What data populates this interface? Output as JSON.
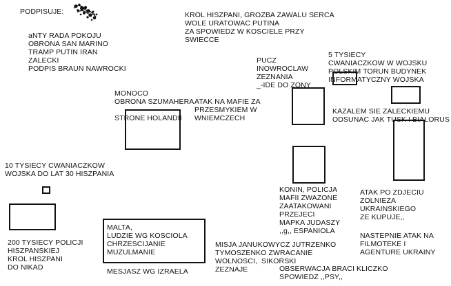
{
  "header": {
    "label": "PODPISUJE:"
  },
  "signature": {
    "kind": "handwritten-signature"
  },
  "notes": {
    "rada_pokoju": "aNTY RADA POKOJU\nOBRONA SAN MARINO\nTRAMP PUTIN IRAN\nZALECKI\nPODPIS BRAUN NAWROCKI",
    "krol_hiszpani": "KROL HISZPANI, GROZBA ZAWALU SERCA\nWOLE URATOWAC PUTINA\nZA SPOWIEDZ W KOSCIELE PRZY\nSWIECCE",
    "pucz": "PUCZ\nINOWROCLAW\nZEZNANIA\n_-IDE DO ZONY",
    "cwaniaczkow_5": "5 TYSIECY\nCWANIACZKOW W WOJSKU\nPOLSKIM TORUN BUDYNEK\nINFORMATYCZNY WOJSKA",
    "monoco": "MONOCO\nOBRONA SZUMAHERA\n\nSTRONE HOLANDII",
    "atak_mafie": "ATAK NA MAFIE ZA\nPRZESMYKIEM W\nWNIEMCZECH",
    "kazalem": "KAZALEM SIE ZALECKIEMU\nODSUNAC JAK TUSK I BIALORUS",
    "cwaniaczkow_10": "10 TYSIECY CWANIACZKOW\nWOJSKA DO LAT 30 HISZPANIA",
    "konin": "KONIN, POLICJA\nMAFII ZWAZONE\nZAATAKOWANI\nPRZEJECI\nMAPKA JUDASZY\n,,g,, ESPANIOLA",
    "atak_zdjecie": "ATAK PO ZDJECIU\nZOLNIEZA\nUKRAINSKIEGO\nZE KUPUJE,,",
    "nastepnie": "NASTEPNIE ATAK NA\nFILMOTEKE I\nAGENTURE UKRAINY",
    "malta": "MALTA,\nLUDZIE WG KOSCIOLA\nCHRZESCIJANIE\nMUZULMANIE",
    "policji_200": "200 TYSIECY POLICJI\nHISZPANSKIEJ\nKROL HISZPANI\nDO NIKAD",
    "misja": "MISJA JANUKOWYCZ JUTRZENKO\nTYMOSZENKO ZWRACANIE\nWOLNOSCI,  SIKORSKI\nZEZNAJE",
    "mesjasz": "MESJASZ WG IZRAELA",
    "obserwacja": "OBSERWACJA BRACI KLICZKO\nSPOWIEDZ ,,PSY,,"
  }
}
